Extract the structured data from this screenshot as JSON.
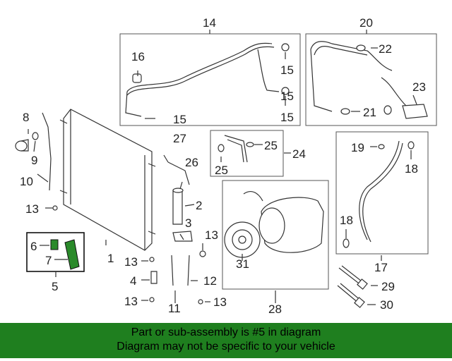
{
  "callouts": {
    "c1": "1",
    "c2": "2",
    "c3": "3",
    "c4": "4",
    "c5": "5",
    "c6": "6",
    "c7": "7",
    "c8": "8",
    "c9": "9",
    "c10": "10",
    "c11": "11",
    "c12": "12",
    "c13a": "13",
    "c13b": "13",
    "c13c": "13",
    "c13d": "13",
    "c13e": "13",
    "c14": "14",
    "c15a": "15",
    "c15b": "15",
    "c15c": "15",
    "c15d": "15",
    "c16": "16",
    "c17": "17",
    "c18a": "18",
    "c18b": "18",
    "c19": "19",
    "c20": "20",
    "c21": "21",
    "c22": "22",
    "c23": "23",
    "c24": "24",
    "c25a": "25",
    "c25b": "25",
    "c26": "26",
    "c27": "27",
    "c28": "28",
    "c29": "29",
    "c30": "30",
    "c31": "31"
  },
  "banner": {
    "line1": "Part or sub-assembly is #5 in diagram",
    "line2": "Diagram may not be specific to your vehicle"
  },
  "colors": {
    "banner_bg": "#1f7f1f",
    "highlight_part": "#2a8a2a"
  }
}
